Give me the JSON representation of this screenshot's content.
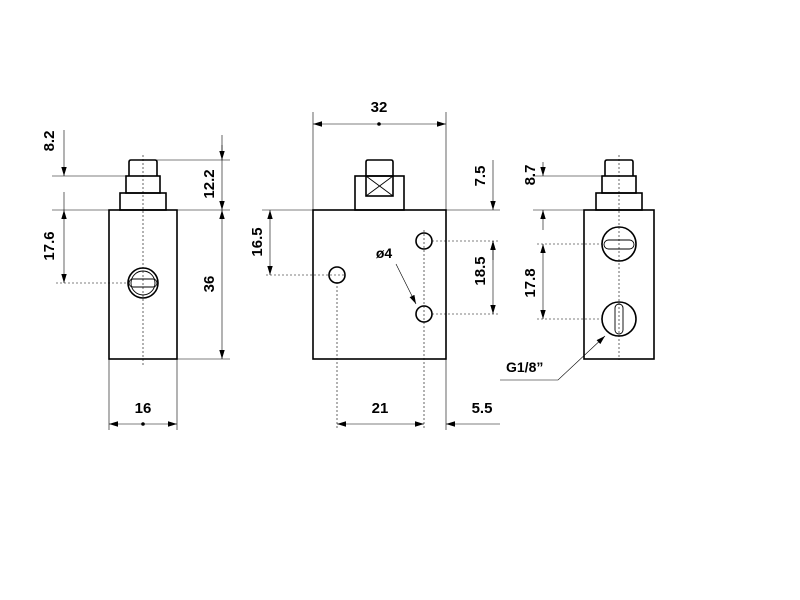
{
  "dimensions": {
    "left": {
      "d1": "8.2",
      "d2": "12.2",
      "d3": "17.6",
      "d4": "36",
      "d5": "16"
    },
    "center": {
      "d1": "32",
      "d2": "16.5",
      "d3": "7.5",
      "d4": "18.5",
      "d5": "21",
      "d6": "5.5"
    },
    "right": {
      "d1": "8.7",
      "d2": "17.8"
    }
  },
  "labels": {
    "hole": "ø4",
    "port": "G1/8”"
  }
}
